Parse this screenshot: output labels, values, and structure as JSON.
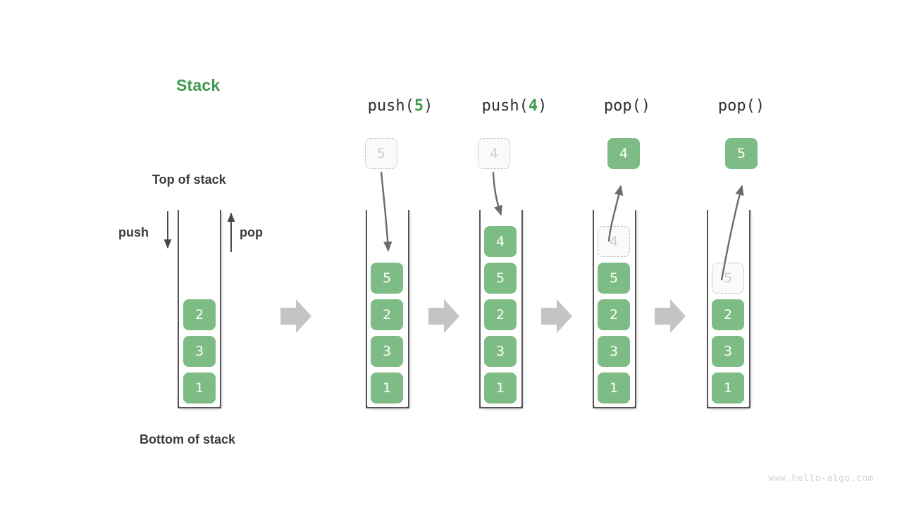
{
  "diagram": {
    "title": "Stack",
    "labels": {
      "top_of_stack": "Top of stack",
      "bottom_of_stack": "Bottom of stack",
      "push": "push",
      "pop": "pop"
    },
    "watermark": "www.hello-algo.com",
    "colors": {
      "element_green": "#7ebc86",
      "title_green": "#3f9a4f",
      "ghost_border": "#bcbcbc",
      "ghost_text": "#cfcfcf",
      "container_stroke": "#8a8a8a",
      "flow_arrow": "#c4c4c4",
      "motion_arrow": "#6b6b6b",
      "text_dark": "#3a3a3a"
    }
  },
  "steps": [
    {
      "id": "initial",
      "op_prefix": "",
      "op_arg": "",
      "op_suffix": "",
      "floating": null,
      "cells": [
        {
          "value": "2",
          "state": "solid"
        },
        {
          "value": "3",
          "state": "solid"
        },
        {
          "value": "1",
          "state": "solid"
        }
      ]
    },
    {
      "id": "push-5",
      "op_prefix": "push(",
      "op_arg": "5",
      "op_suffix": ")",
      "floating": {
        "value": "5",
        "state": "ghost"
      },
      "cells": [
        {
          "value": "5",
          "state": "solid"
        },
        {
          "value": "2",
          "state": "solid"
        },
        {
          "value": "3",
          "state": "solid"
        },
        {
          "value": "1",
          "state": "solid"
        }
      ]
    },
    {
      "id": "push-4",
      "op_prefix": "push(",
      "op_arg": "4",
      "op_suffix": ")",
      "floating": {
        "value": "4",
        "state": "ghost"
      },
      "cells": [
        {
          "value": "4",
          "state": "solid"
        },
        {
          "value": "5",
          "state": "solid"
        },
        {
          "value": "2",
          "state": "solid"
        },
        {
          "value": "3",
          "state": "solid"
        },
        {
          "value": "1",
          "state": "solid"
        }
      ]
    },
    {
      "id": "pop-1",
      "op_prefix": "pop(",
      "op_arg": "",
      "op_suffix": ")",
      "floating": {
        "value": "4",
        "state": "solid"
      },
      "cells": [
        {
          "value": "4",
          "state": "ghost"
        },
        {
          "value": "5",
          "state": "solid"
        },
        {
          "value": "2",
          "state": "solid"
        },
        {
          "value": "3",
          "state": "solid"
        },
        {
          "value": "1",
          "state": "solid"
        }
      ]
    },
    {
      "id": "pop-2",
      "op_prefix": "pop(",
      "op_arg": "",
      "op_suffix": ")",
      "floating": {
        "value": "5",
        "state": "solid"
      },
      "cells": [
        {
          "value": "5",
          "state": "ghost"
        },
        {
          "value": "2",
          "state": "solid"
        },
        {
          "value": "3",
          "state": "solid"
        },
        {
          "value": "1",
          "state": "solid"
        }
      ]
    }
  ]
}
